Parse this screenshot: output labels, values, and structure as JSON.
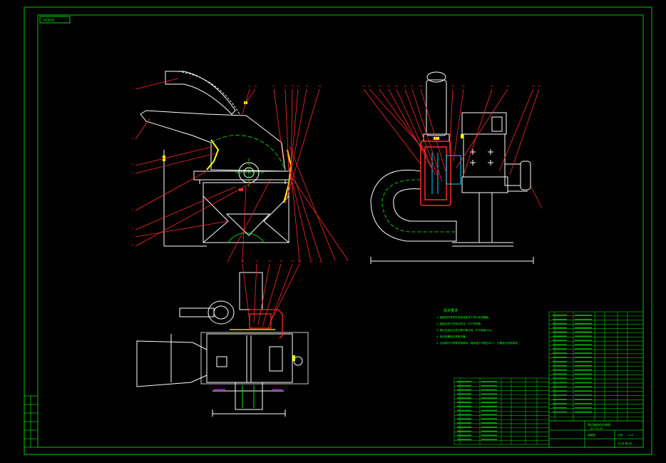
{
  "colors": {
    "background": "#000000",
    "frame": "#00c800",
    "outline": "#ffffff",
    "leader": "#ff2a2a",
    "center_line": "#00c800",
    "liner": "#ffff00",
    "note_text": "#00ff00",
    "cyan": "#00d8ff",
    "magenta": "#ff00ff"
  },
  "corner_tag": "0RB06",
  "tech_notes": {
    "title": "技术要求",
    "lines": [
      "1. 装配前所有零件用煤油清洗干净并涂润滑脂。",
      "2. 装配后转子应转动灵活，无卡滞现象。",
      "3. 锤片安装后应进行静平衡试验，不平衡量≤5g。",
      "4. 各连接螺栓应紧固可靠。",
      "5. 试运转时不得有异常声响，轴承温升不超过40℃，外露部分涂防锈漆。"
    ]
  },
  "title_block": {
    "name": "锤式破碎机总装图",
    "drawing_no": "JSC-00-00",
    "scale_label": "比例",
    "scale": "1:10",
    "sheet_label": "共1张 第1张",
    "material_label": "装配图"
  },
  "front_view_labels": [
    "1",
    "2",
    "3",
    "4",
    "5",
    "6",
    "7",
    "8",
    "9",
    "10",
    "11",
    "12",
    "13",
    "14",
    "15",
    "16",
    "17",
    "18",
    "19",
    "20"
  ],
  "side_view_labels": [
    "21",
    "22",
    "23",
    "24",
    "25",
    "26",
    "27",
    "28",
    "29",
    "30",
    "31",
    "32",
    "33",
    "34"
  ],
  "top_view_labels": [
    "40",
    "41",
    "42",
    "43",
    "44",
    "45",
    "46"
  ]
}
